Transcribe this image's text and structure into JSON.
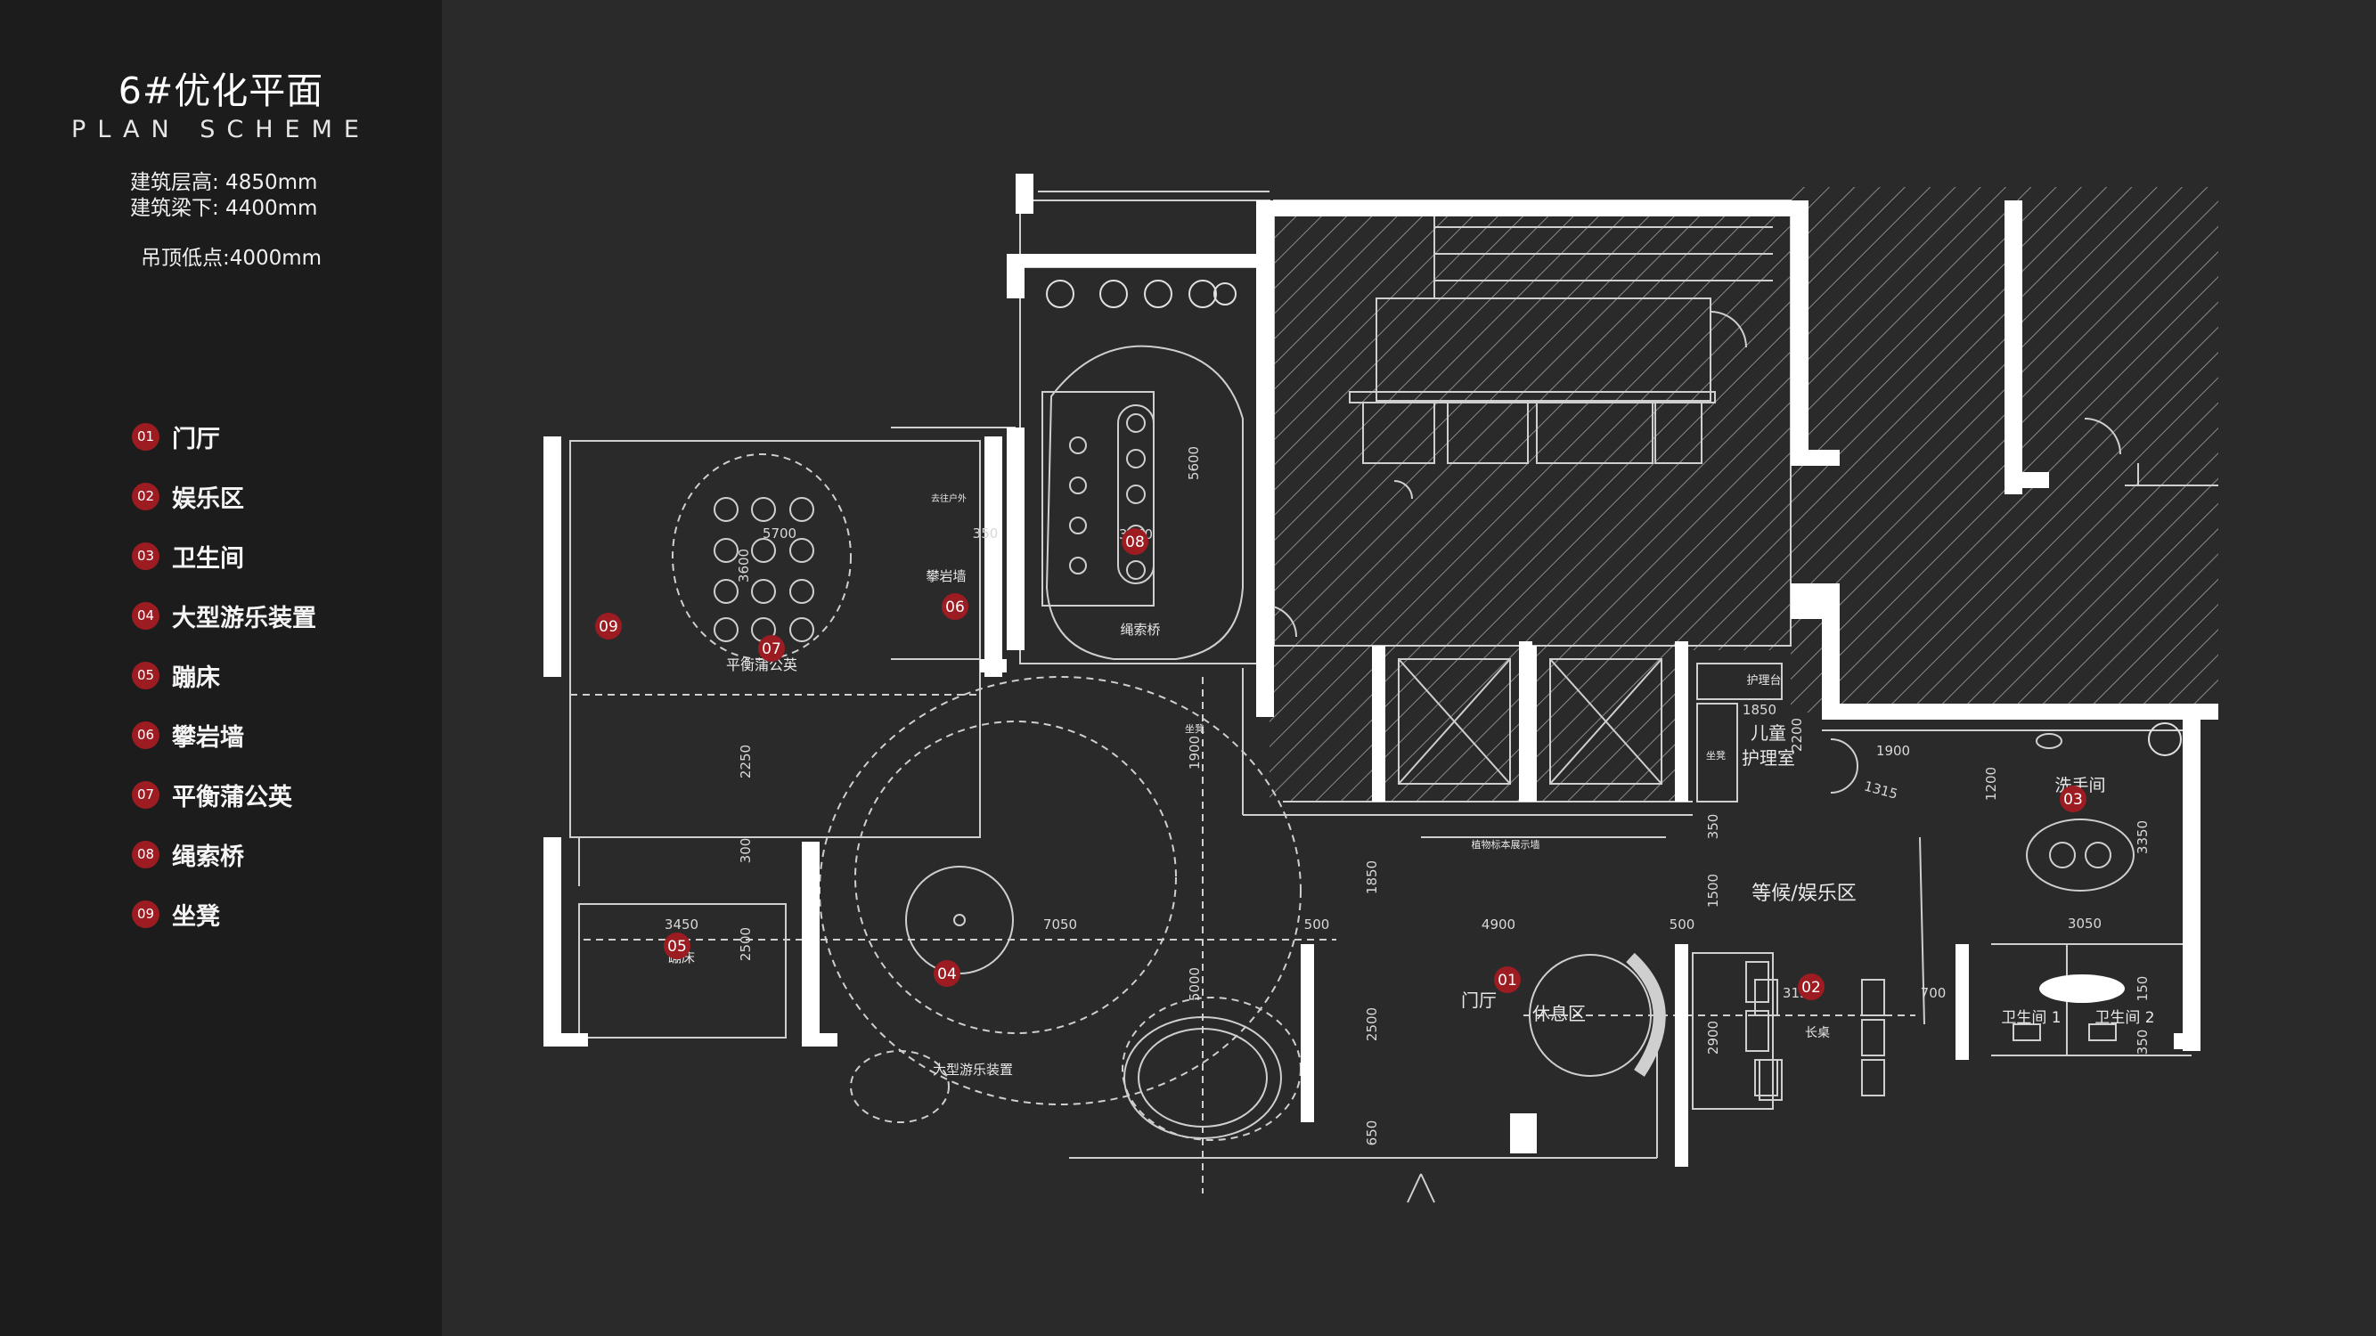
{
  "header": {
    "title": "6#优化平面",
    "subtitle": "PLAN SCHEME",
    "specs": [
      "建筑层高:  4850mm",
      "建筑梁下:  4400mm",
      "吊顶低点:4000mm"
    ]
  },
  "legend": [
    {
      "num": "01",
      "label": "门厅"
    },
    {
      "num": "02",
      "label": "娱乐区"
    },
    {
      "num": "03",
      "label": "卫生间"
    },
    {
      "num": "04",
      "label": "大型游乐装置"
    },
    {
      "num": "05",
      "label": "蹦床"
    },
    {
      "num": "06",
      "label": "攀岩墙"
    },
    {
      "num": "07",
      "label": "平衡蒲公英"
    },
    {
      "num": "08",
      "label": "绳索桥"
    },
    {
      "num": "09",
      "label": "坐凳"
    }
  ],
  "plan": {
    "markers": [
      "01",
      "02",
      "03",
      "04",
      "05",
      "06",
      "07",
      "08",
      "09"
    ],
    "room_labels": {
      "foyer": "门厅",
      "rest_area": "休息区",
      "waiting_play": "等候/娱乐区",
      "washroom": "洗手间",
      "child_care_1": "儿童",
      "child_care_2": "护理室",
      "nursing_desk": "护理台",
      "wc1": "卫生间 1",
      "wc2": "卫生间 2",
      "rope_bridge": "绳索桥",
      "climbing_wall": "攀岩墙",
      "dandelion": "平衡蒲公英",
      "play_device": "大型游乐装置",
      "trampoline": "蹦床",
      "long_table": "长桌",
      "plant_wall": "植物标本展示墙",
      "outdoor": "去往户外",
      "bench_a": "坐凳",
      "bench_b": "坐凳"
    },
    "dimensions": {
      "d5700": "5700",
      "d3600": "3600",
      "d350a": "350",
      "d5600": "5600",
      "d3050a": "3050",
      "d2250": "2250",
      "d300": "300",
      "d3450": "3450",
      "d2500a": "2500",
      "d7050": "7050",
      "d1900a": "1900",
      "d5000": "5000",
      "d1850": "1850",
      "d1850b": "1850",
      "d2200": "2200",
      "d1900b": "1900",
      "d1315": "1315",
      "d1200": "1200",
      "d3350": "3350",
      "d3050b": "3050",
      "d500a": "500",
      "d4900": "4900",
      "d500b": "500",
      "d2500b": "2500",
      "d650": "650",
      "d350b": "350",
      "d1500": "1500",
      "d2900": "2900",
      "d3150": "3150",
      "d700": "700",
      "d150": "150",
      "d350c": "350"
    }
  }
}
